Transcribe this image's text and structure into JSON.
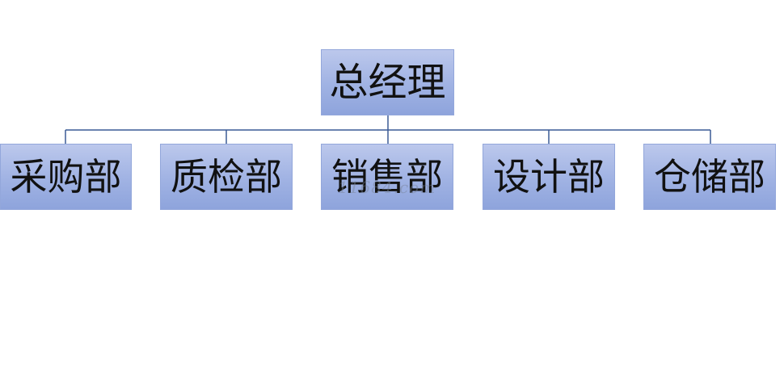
{
  "diagram": {
    "root": {
      "label": "总经理"
    },
    "children": [
      {
        "label": "采购部"
      },
      {
        "label": "质检部"
      },
      {
        "label": "销售部"
      },
      {
        "label": "设计部"
      },
      {
        "label": "仓储部"
      }
    ],
    "colors": {
      "box_fill_top": "#bcc8ec",
      "box_fill_bottom": "#8ea4dc",
      "connector": "#3a5a96"
    },
    "watermark": "11684.com"
  }
}
